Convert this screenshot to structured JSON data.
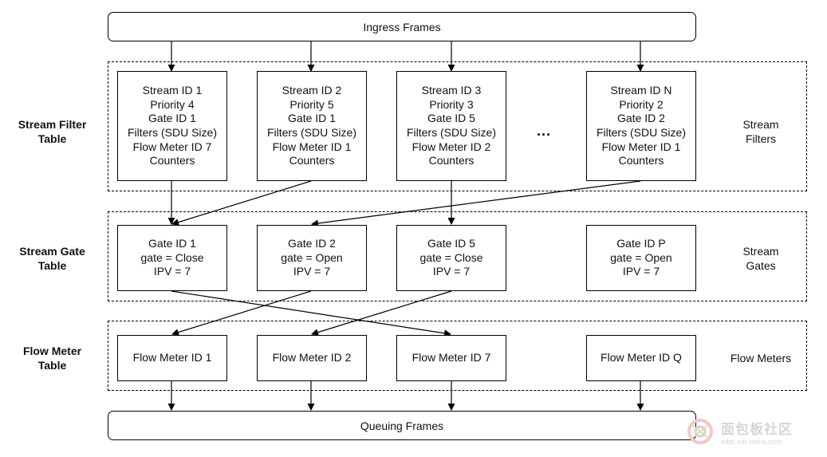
{
  "ingress": {
    "label": "Ingress Frames"
  },
  "queuing": {
    "label": "Queuing Frames"
  },
  "row_labels": {
    "filter": [
      "Stream Filter",
      "Table"
    ],
    "gate": [
      "Stream Gate",
      "Table"
    ],
    "meter": [
      "Flow Meter",
      "Table"
    ]
  },
  "side_labels": {
    "filters": [
      "Stream",
      "Filters"
    ],
    "gates": [
      "Stream",
      "Gates"
    ],
    "meters": "Flow Meters"
  },
  "ellipsis": "...",
  "stream_filters": [
    {
      "lines": [
        "Stream ID 1",
        "Priority 4",
        "Gate ID 1",
        "Filters (SDU Size)",
        "Flow Meter ID 7",
        "Counters"
      ]
    },
    {
      "lines": [
        "Stream ID 2",
        "Priority 5",
        "Gate ID 1",
        "Filters (SDU Size)",
        "Flow Meter ID 1",
        "Counters"
      ]
    },
    {
      "lines": [
        "Stream ID 3",
        "Priority 3",
        "Gate ID 5",
        "Filters (SDU Size)",
        "Flow Meter ID 2",
        "Counters"
      ]
    },
    {
      "lines": [
        "Stream ID N",
        "Priority 2",
        "Gate ID 2",
        "Filters (SDU Size)",
        "Flow Meter ID 1",
        "Counters"
      ]
    }
  ],
  "stream_gates": [
    {
      "lines": [
        "Gate ID 1",
        "gate = Close",
        "IPV = 7"
      ]
    },
    {
      "lines": [
        "Gate ID 2",
        "gate = Open",
        "IPV = 7"
      ]
    },
    {
      "lines": [
        "Gate ID 5",
        "gate = Close",
        "IPV = 7"
      ]
    },
    {
      "lines": [
        "Gate ID P",
        "gate = Open",
        "IPV = 7"
      ]
    }
  ],
  "flow_meters": [
    {
      "label": "Flow Meter ID 1"
    },
    {
      "label": "Flow Meter ID 2"
    },
    {
      "label": "Flow Meter ID 7"
    },
    {
      "label": "Flow Meter ID Q"
    }
  ],
  "watermark": {
    "main": "面包板社区",
    "sub": "mbb.eet-china.com"
  }
}
